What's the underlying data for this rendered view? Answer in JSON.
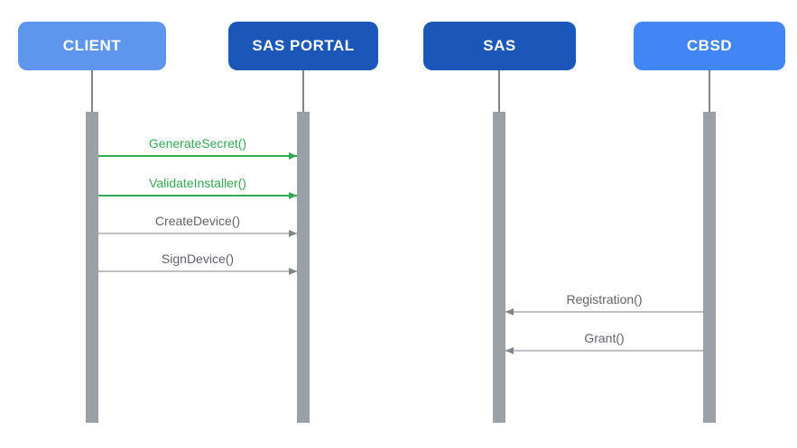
{
  "diagram": {
    "type": "sequence-diagram",
    "actors": [
      {
        "id": "client",
        "label": "CLIENT",
        "color": "#5E96EE"
      },
      {
        "id": "sas-portal",
        "label": "SAS PORTAL",
        "color": "#1A57B8"
      },
      {
        "id": "sas",
        "label": "SAS",
        "color": "#1A57B8"
      },
      {
        "id": "cbsd",
        "label": "CBSD",
        "color": "#4285F4"
      }
    ],
    "messages": [
      {
        "label": "GenerateSecret()",
        "from": "CLIENT",
        "to": "SAS PORTAL",
        "direction": "right",
        "color": "#34A853"
      },
      {
        "label": "ValidateInstaller()",
        "from": "CLIENT",
        "to": "SAS PORTAL",
        "direction": "right",
        "color": "#34A853"
      },
      {
        "label": "CreateDevice()",
        "from": "CLIENT",
        "to": "SAS PORTAL",
        "direction": "right",
        "color": "#5F6368"
      },
      {
        "label": "SignDevice()",
        "from": "CLIENT",
        "to": "SAS PORTAL",
        "direction": "right",
        "color": "#5F6368"
      },
      {
        "label": "Registration()",
        "from": "CBSD",
        "to": "SAS",
        "direction": "left",
        "color": "#5F6368"
      },
      {
        "label": "Grant()",
        "from": "CBSD",
        "to": "SAS",
        "direction": "left",
        "color": "#5F6368"
      }
    ],
    "palette": {
      "activation_bar": "#9AA0A6",
      "lifeline": "#80868B",
      "gray_arrow_line": "#BDC1C6",
      "gray_arrow_head": "#80868B",
      "gray_label": "#5F6368",
      "green": "#34A853",
      "background": "#FFFFFF"
    }
  }
}
